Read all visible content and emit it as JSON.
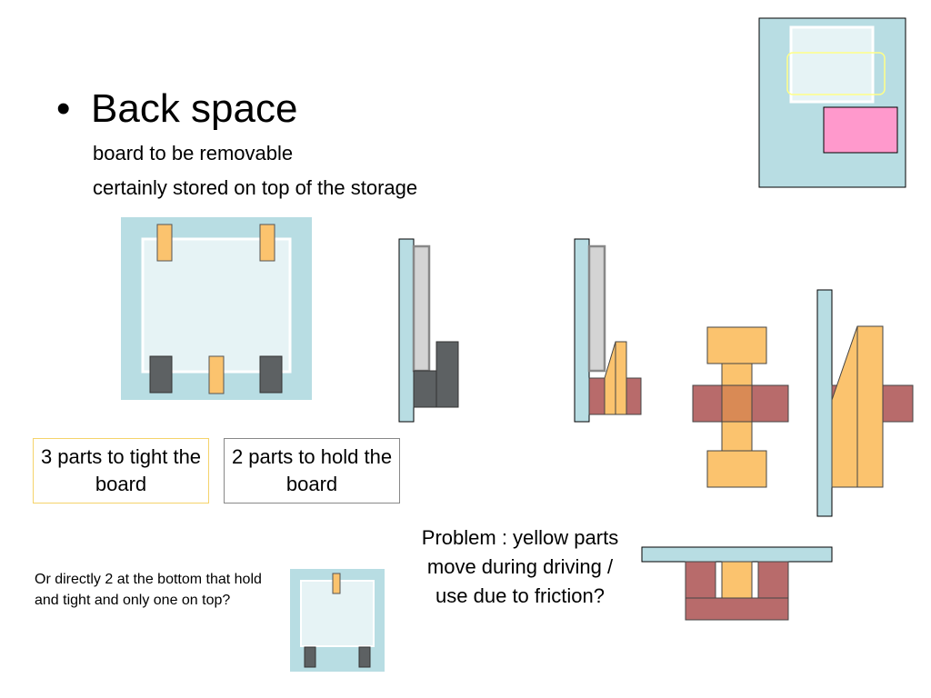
{
  "slide": {
    "title": "Back space",
    "bullet_glyph": "•",
    "subtitle_1": "board to be removable",
    "subtitle_2": "certainly stored on top of the storage"
  },
  "boxes": {
    "tight_label": "3 parts to tight the board",
    "hold_label": "2 parts to hold the board"
  },
  "notes": {
    "bottom_option": "Or directly 2 at the bottom that hold and tight and only one on top?",
    "problem": "Problem : yellow parts move during driving / use due to friction?"
  },
  "colors": {
    "frame_light_blue": "#b8dde3",
    "board_white": "#e6f3f5",
    "clamp_yellow": "#fbc36e",
    "holder_dark_gray": "#5d6163",
    "brick_red": "#b86b6b",
    "pink_panel": "#ff99cc",
    "tight_box_border": "#f5d36b",
    "hold_box_border": "#888888"
  }
}
